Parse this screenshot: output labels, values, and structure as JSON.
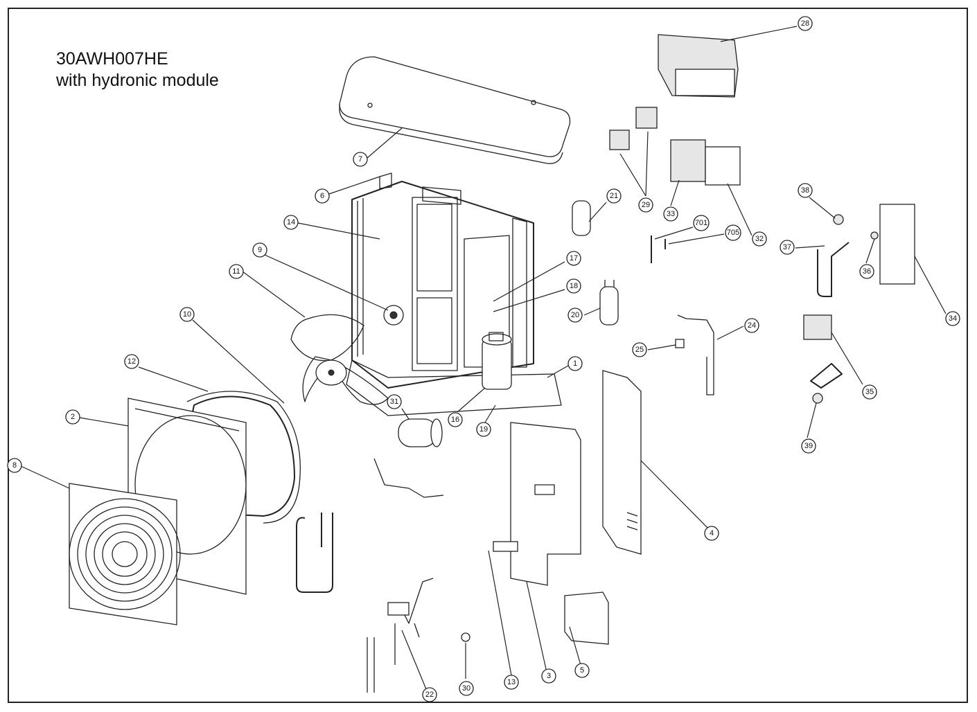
{
  "title": {
    "line1": "30AWH007HE",
    "line2": "with hydronic module"
  },
  "callouts": {
    "c1": "1",
    "c2": "2",
    "c3": "3",
    "c4": "4",
    "c5": "5",
    "c6": "6",
    "c7": "7",
    "c8": "8",
    "c9": "9",
    "c10": "10",
    "c11": "11",
    "c12": "12",
    "c13": "13",
    "c14": "14",
    "c16": "16",
    "c17": "17",
    "c18": "18",
    "c19": "19",
    "c20": "20",
    "c21": "21",
    "c22": "22",
    "c24": "24",
    "c25": "25",
    "c28": "28",
    "c29": "29",
    "c30": "30",
    "c31": "31",
    "c32": "32",
    "c33": "33",
    "c34": "34",
    "c35": "35",
    "c36": "36",
    "c37": "37",
    "c38": "38",
    "c39": "39",
    "c701": "701",
    "c705": "705"
  }
}
